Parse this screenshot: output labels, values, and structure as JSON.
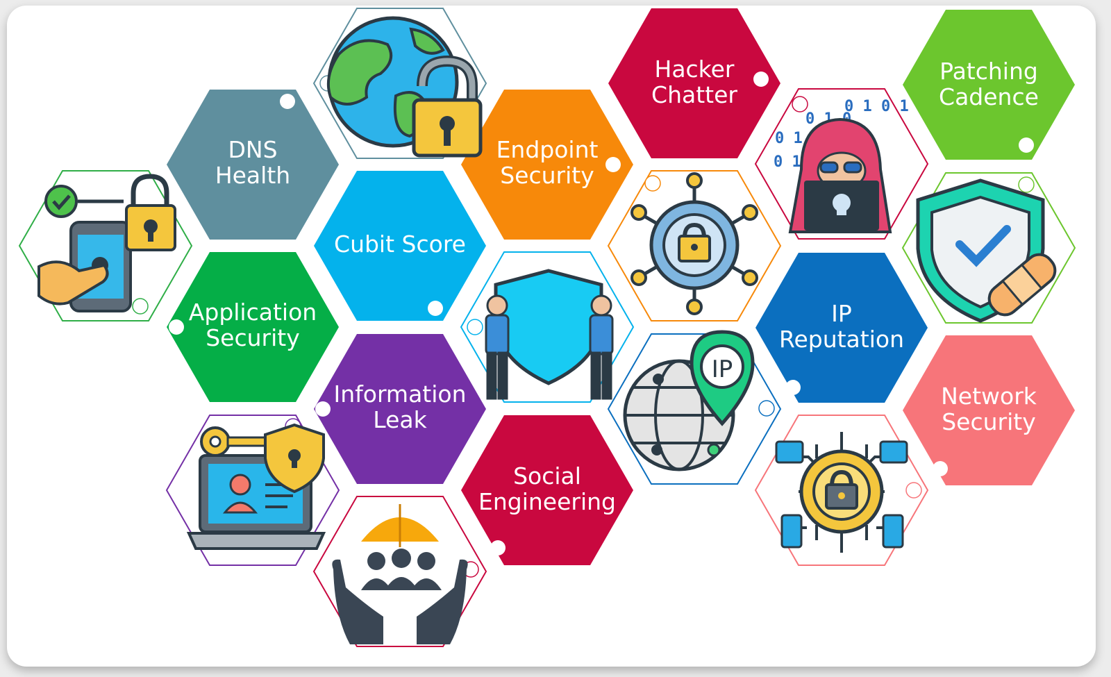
{
  "colors": {
    "dns_health": "#5f8f9e",
    "application_security": "#05ae47",
    "cubit_score": "#04b2ec",
    "information_leak": "#7430a6",
    "endpoint_security": "#f7890a",
    "social_engineering": "#c9083f",
    "hacker_chatter": "#c9083f",
    "ip_reputation": "#0b6fbf",
    "patching_cadence": "#6cc62e",
    "network_security": "#f7757a"
  },
  "tiles": [
    {
      "id": "dns-health",
      "lines": [
        "DNS",
        "Health"
      ]
    },
    {
      "id": "application-security",
      "lines": [
        "Application",
        "Security"
      ]
    },
    {
      "id": "cubit-score",
      "lines": [
        "Cubit Score"
      ]
    },
    {
      "id": "information-leak",
      "lines": [
        "Information",
        "Leak"
      ]
    },
    {
      "id": "endpoint-security",
      "lines": [
        "Endpoint",
        "Security"
      ]
    },
    {
      "id": "social-engineering",
      "lines": [
        "Social",
        "Engineering"
      ]
    },
    {
      "id": "hacker-chatter",
      "lines": [
        "Hacker",
        "Chatter"
      ]
    },
    {
      "id": "ip-reputation",
      "lines": [
        "IP",
        "Reputation"
      ]
    },
    {
      "id": "patching-cadence",
      "lines": [
        "Patching",
        "Cadence"
      ]
    },
    {
      "id": "network-security",
      "lines": [
        "Network",
        "Security"
      ]
    }
  ],
  "icons": [
    {
      "id": "mobile-authentication-icon"
    },
    {
      "id": "globe-lock-icon"
    },
    {
      "id": "network-lock-icon"
    },
    {
      "id": "hacker-binary-icon"
    },
    {
      "id": "shield-bandage-icon"
    },
    {
      "id": "shield-guards-icon"
    },
    {
      "id": "ip-globe-icon"
    },
    {
      "id": "circuit-lock-icon"
    },
    {
      "id": "key-laptop-icon"
    },
    {
      "id": "umbrella-people-icon"
    }
  ],
  "icon_text": {
    "ip_pin": "IP",
    "binary_rows": [
      "0 1 0",
      "0 1 0 1 0",
      "0 1 0",
      "0 1 0 1"
    ]
  }
}
